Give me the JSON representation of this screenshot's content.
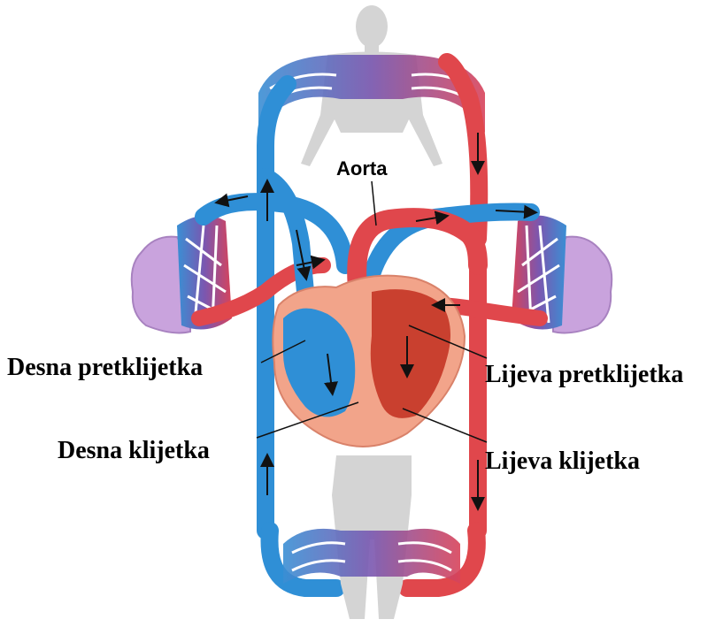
{
  "labels": {
    "aorta": "Aorta",
    "desna_pretklijetka": "Desna pretklijetka",
    "desna_klijetka": "Desna klijetka",
    "lijeva_pretklijetka": "Lijeva pretklijetka",
    "lijeva_klijetka": "Lijeva klijetka"
  },
  "colors": {
    "deoxygenated": "#2f8fd6",
    "oxygenated": "#e0474c",
    "capillary_purple": "#7a57b0",
    "lung": "#c9a3dd",
    "body_silhouette": "#d4d4d4",
    "heart_muscle": "#f2a48a"
  }
}
